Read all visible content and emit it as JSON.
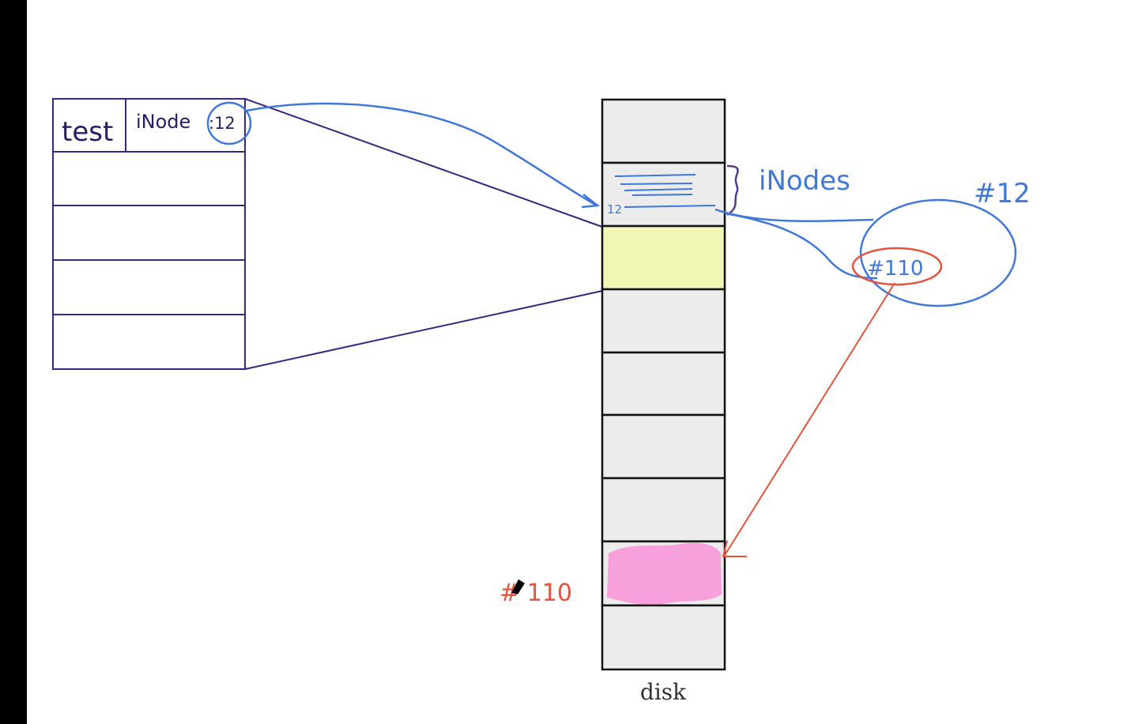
{
  "directory_table": {
    "entry_name": "test",
    "entry_inode_label": "iNode",
    "entry_inode_number": ":12"
  },
  "disk": {
    "label": "disk",
    "block_count": 9,
    "inodes_block_index": 1,
    "highlighted_block_index": 2,
    "data_block_index": 7,
    "inode_row_label": "12"
  },
  "annotations": {
    "inodes_label": "iNodes",
    "inode_number_label": "#12",
    "inode_pointer_label": "#110",
    "data_block_label": "# 110"
  },
  "colors": {
    "directory_outline": "#3a2580",
    "disk_outline": "#111111",
    "block_fill": "#ececec",
    "highlight_yellow": "#f1f6b4",
    "highlight_pink": "#f7a0dc",
    "pen_blue": "#3f78d9",
    "pen_red": "#e8523d",
    "pen_purple": "#5a3a8a",
    "black_bar": "#000000"
  }
}
